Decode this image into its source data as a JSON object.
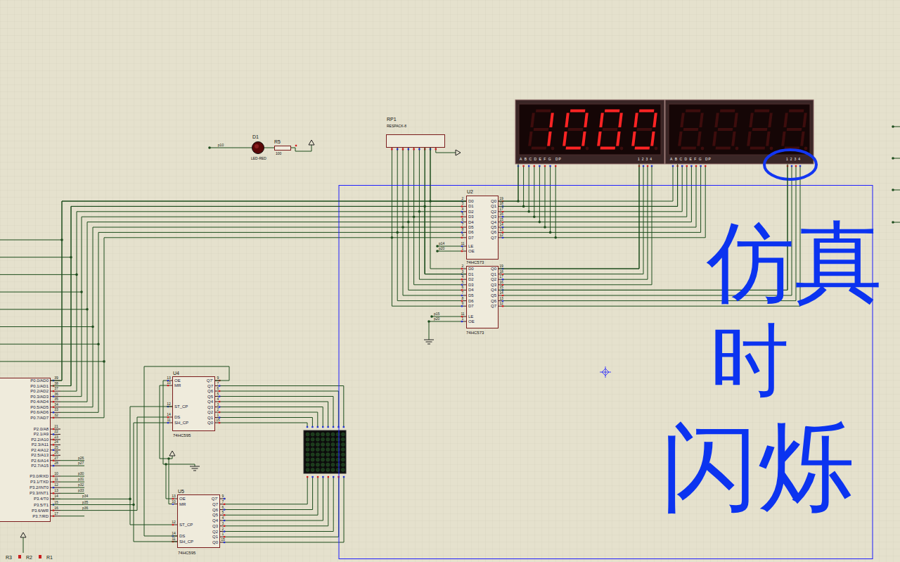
{
  "diagram": {
    "nodes": [
      {
        "text": [
          "D1",
          "LED-RED"
        ]
      },
      {
        "text": [
          "R5",
          "100"
        ]
      },
      {
        "text": [
          "RP1",
          "RESPACK-8"
        ]
      },
      {
        "text": [
          "ABCDEFG",
          "DP",
          "1234"
        ]
      },
      {
        "text": [
          "ABCDEFG",
          "DP",
          "1234"
        ]
      },
      {
        "text": [
          "U2",
          "D0",
          "D1",
          "D2",
          "D3",
          "D4",
          "D5",
          "D6",
          "D7",
          "LE",
          "OE",
          "Q0",
          "Q1",
          "Q2",
          "Q3",
          "Q4",
          "Q5",
          "Q6",
          "Q7",
          "74HC573"
        ]
      },
      {
        "text": [
          "D0",
          "D1",
          "D2",
          "D3",
          "D4",
          "D5",
          "D6",
          "D7",
          "LE",
          "OE",
          "Q0",
          "Q1",
          "Q2",
          "Q3",
          "Q4",
          "Q5",
          "Q6",
          "Q7",
          "74HC573"
        ]
      },
      {
        "text": [
          "P0.0/AD0",
          "P0.1/AD1",
          "P0.2/AD2",
          "P0.3/AD3",
          "P0.4/AD4",
          "P0.5/AD5",
          "P0.6/AD6",
          "P0.7/AD7",
          "P2.0/A8",
          "P2.1/A9",
          "P2.2/A10",
          "P2.3/A11",
          "P2.4/A12",
          "P2.5/A13",
          "P2.6/A14",
          "P2.7/A15",
          "P3.0/RXD",
          "P3.1/TXD",
          "P3.2/INT0",
          "P3.3/INT1",
          "P3.4/T0",
          "P3.5/T1",
          "P3.6/WR",
          "P3.7/RD"
        ]
      },
      {
        "text": [
          "U4",
          "OE",
          "MR",
          "ST_CP",
          "DS",
          "SH_CP",
          "Q7'",
          "Q7",
          "Q6",
          "Q5",
          "Q4",
          "Q3",
          "Q2",
          "Q1",
          "Q0",
          "74HC595"
        ]
      },
      {
        "text": [
          "U5",
          "OE",
          "MR",
          "ST_CP",
          "DS",
          "SH_CP",
          "Q7'",
          "Q7",
          "Q6",
          "Q5",
          "Q4",
          "Q3",
          "Q2",
          "Q1",
          "Q0",
          "74HC595"
        ]
      }
    ],
    "edges": [
      {
        "from": 0,
        "to": 1,
        "arrow": "none"
      },
      {
        "from": 7,
        "to": 5,
        "arrow": "none"
      },
      {
        "from": 7,
        "to": 6,
        "arrow": "none"
      },
      {
        "from": 2,
        "to": 5,
        "arrow": "none"
      },
      {
        "from": 2,
        "to": 6,
        "arrow": "none"
      },
      {
        "from": 5,
        "to": 3,
        "arrow": "none"
      },
      {
        "from": 5,
        "to": 4,
        "arrow": "none"
      },
      {
        "from": 6,
        "to": 3,
        "arrow": "none"
      },
      {
        "from": 6,
        "to": 4,
        "arrow": "none"
      },
      {
        "from": 7,
        "to": 8,
        "arrow": "none"
      },
      {
        "from": 7,
        "to": 9,
        "arrow": "none"
      },
      {
        "from": 8,
        "to": 9,
        "arrow": "none"
      }
    ],
    "labels": [
      "p10",
      "p14",
      "p20",
      "p15",
      "p20",
      "39",
      "38",
      "37",
      "36",
      "35",
      "34",
      "33",
      "32",
      "21",
      "22",
      "23",
      "24",
      "25",
      "26",
      "27",
      "28",
      "10",
      "11",
      "12",
      "13",
      "14",
      "15",
      "16",
      "17",
      "2",
      "3",
      "4",
      "5",
      "6",
      "7",
      "8",
      "9",
      "11",
      "1",
      "19",
      "18",
      "17",
      "16",
      "15",
      "14",
      "13",
      "12",
      "2",
      "3",
      "4",
      "5",
      "6",
      "7",
      "8",
      "9",
      "11",
      "1",
      "19",
      "18",
      "17",
      "16",
      "15",
      "14",
      "13",
      "12",
      "13",
      "10",
      "12",
      "14",
      "11",
      "9",
      "7",
      "6",
      "5",
      "4",
      "3",
      "2",
      "1",
      "15",
      "13",
      "10",
      "12",
      "14",
      "11",
      "9",
      "7",
      "6",
      "5",
      "4",
      "3",
      "2",
      "1",
      "15",
      "p26",
      "p27",
      "p30",
      "p31",
      "p32",
      "p33",
      "p34",
      "p35",
      "p36",
      "仿真",
      "时",
      "闪烁",
      "R3",
      "R2",
      "R1"
    ]
  }
}
